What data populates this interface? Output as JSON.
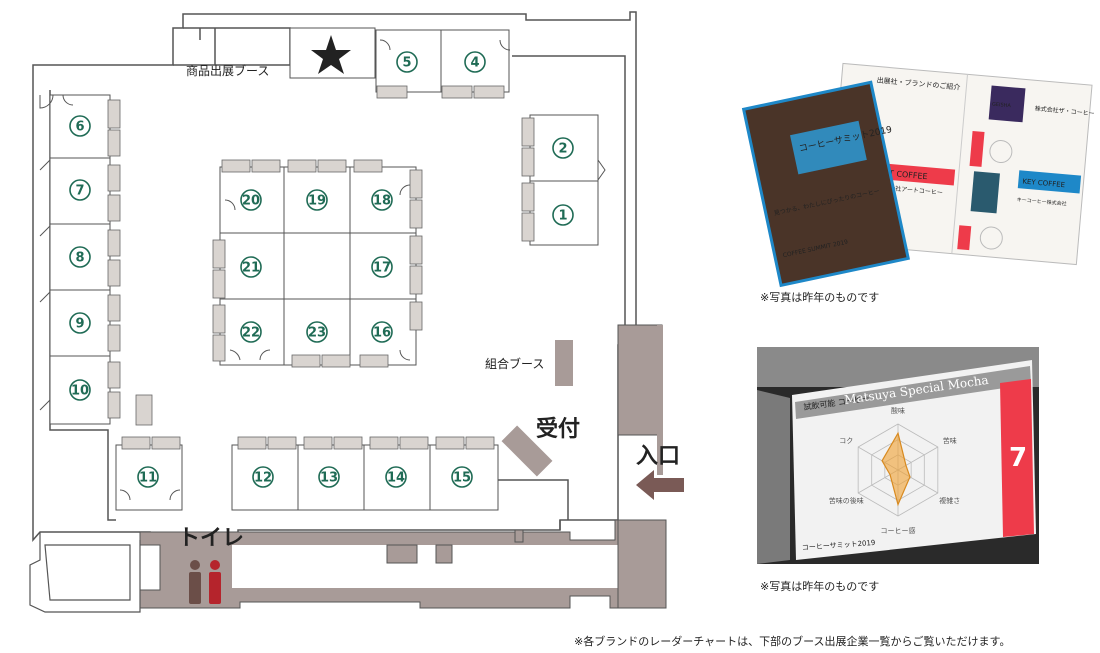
{
  "floor_plan": {
    "goods_booth_label": "商品出展ブース",
    "union_booth_label": "組合ブース",
    "reception_label": "受付",
    "entrance_label": "入口",
    "toilet_label": "トイレ",
    "booths": [
      {
        "number": "①",
        "label": "1"
      },
      {
        "number": "②",
        "label": "2"
      },
      {
        "number": "④",
        "label": "4"
      },
      {
        "number": "⑤",
        "label": "5"
      },
      {
        "number": "⑥",
        "label": "6"
      },
      {
        "number": "⑦",
        "label": "7"
      },
      {
        "number": "⑧",
        "label": "8"
      },
      {
        "number": "⑨",
        "label": "9"
      },
      {
        "number": "⑩",
        "label": "10"
      },
      {
        "number": "⑪",
        "label": "11"
      },
      {
        "number": "⑫",
        "label": "12"
      },
      {
        "number": "⑬",
        "label": "13"
      },
      {
        "number": "⑭",
        "label": "14"
      },
      {
        "number": "⑮",
        "label": "15"
      },
      {
        "number": "⑯",
        "label": "16"
      },
      {
        "number": "⑰",
        "label": "17"
      },
      {
        "number": "⑱",
        "label": "18"
      },
      {
        "number": "⑲",
        "label": "19"
      },
      {
        "number": "⑳",
        "label": "20"
      },
      {
        "number": "㉑",
        "label": "21"
      },
      {
        "number": "㉒",
        "label": "22"
      },
      {
        "number": "㉓",
        "label": "23"
      }
    ]
  },
  "brochure_photo": {
    "cover_title": "コーヒーサミット2019",
    "cover_sub": "見つかる、わたしにぴったりのコーヒー",
    "cover_en": "COFFEE SUMMIT 2019",
    "brands_title": "出展社・ブランドのご紹介",
    "art_coffee": "ART COFFEE",
    "art_coffee_co": "株式会社アートコーヒー",
    "key_coffee": "KEY COFFEE",
    "key_coffee_co": "キーコーヒー株式会社",
    "the_coffee_co": "株式会社ザ・コーヒー",
    "geisha": "GEISHA",
    "caption": "※写真は昨年のものです"
  },
  "card_photo": {
    "tag": "試飲可能 コーヒー",
    "name": "Matsuya Special Mocha",
    "number": "7",
    "axes": [
      "酸味",
      "苦味",
      "複雑さ",
      "コーヒー感",
      "苦味の後味",
      "コク"
    ],
    "footer": "コーヒーサミット2019",
    "caption": "※写真は昨年のものです"
  },
  "footer_note": "※各ブランドのレーダーチャートは、下部のブース出展企業一覧からご覧いただけます。",
  "colors": {
    "booth_number": "#1f6b55",
    "wall": "#555555",
    "fixture": "#d9d4d0",
    "structure": "#a89b98",
    "arrow": "#7a5a56",
    "toilet_male": "#6b4e48",
    "toilet_female": "#b5242c",
    "card_red": "#ee3b4a",
    "radar_fill": "#f0a030"
  }
}
